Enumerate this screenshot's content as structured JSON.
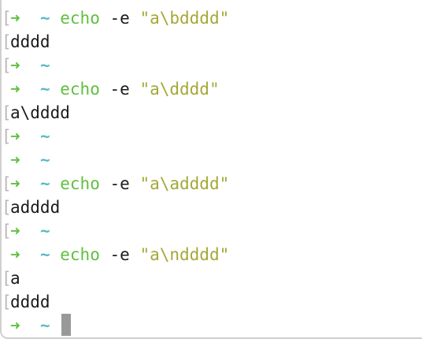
{
  "colors": {
    "arrow": "#5fbf3f",
    "tilde": "#5cb8c8",
    "command": "#5fbf3f",
    "string": "#a4a836",
    "output": "#1a1a1a",
    "marker": "#b8b8b8",
    "cursor": "#999999"
  },
  "prompt": {
    "arrow": "➜",
    "dir": "~"
  },
  "lines": [
    {
      "type": "prompt",
      "marked": true,
      "cmd": "echo",
      "flag": "-e",
      "str": "\"a\\bdddd\""
    },
    {
      "type": "output",
      "marked": true,
      "text": "dddd"
    },
    {
      "type": "prompt",
      "marked": true
    },
    {
      "type": "prompt",
      "marked": false,
      "cmd": "echo",
      "flag": "-e",
      "str": "\"a\\dddd\""
    },
    {
      "type": "output",
      "marked": true,
      "text": "a\\dddd"
    },
    {
      "type": "prompt",
      "marked": true
    },
    {
      "type": "prompt",
      "marked": false
    },
    {
      "type": "prompt",
      "marked": true,
      "cmd": "echo",
      "flag": "-e",
      "str": "\"a\\adddd\""
    },
    {
      "type": "output",
      "marked": true,
      "text": "adddd"
    },
    {
      "type": "prompt",
      "marked": true
    },
    {
      "type": "prompt",
      "marked": false,
      "cmd": "echo",
      "flag": "-e",
      "str": "\"a\\ndddd\""
    },
    {
      "type": "output",
      "marked": true,
      "text": "a"
    },
    {
      "type": "output",
      "marked": true,
      "text": "dddd"
    },
    {
      "type": "prompt",
      "marked": false,
      "cursor": true
    }
  ]
}
